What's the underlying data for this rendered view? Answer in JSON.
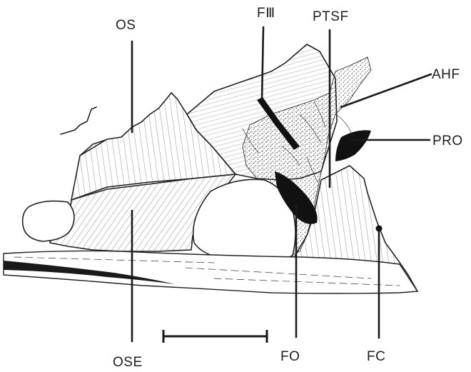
{
  "labels": {
    "os": "OS",
    "f3": "FⅢ",
    "ptsf": "PTSF",
    "ahf": "AHF",
    "pro": "PRO",
    "fo": "FO",
    "fc": "FC",
    "ose": "OSE"
  },
  "colors": {
    "ink": "#1e1e1e",
    "paper": "#ffffff"
  }
}
